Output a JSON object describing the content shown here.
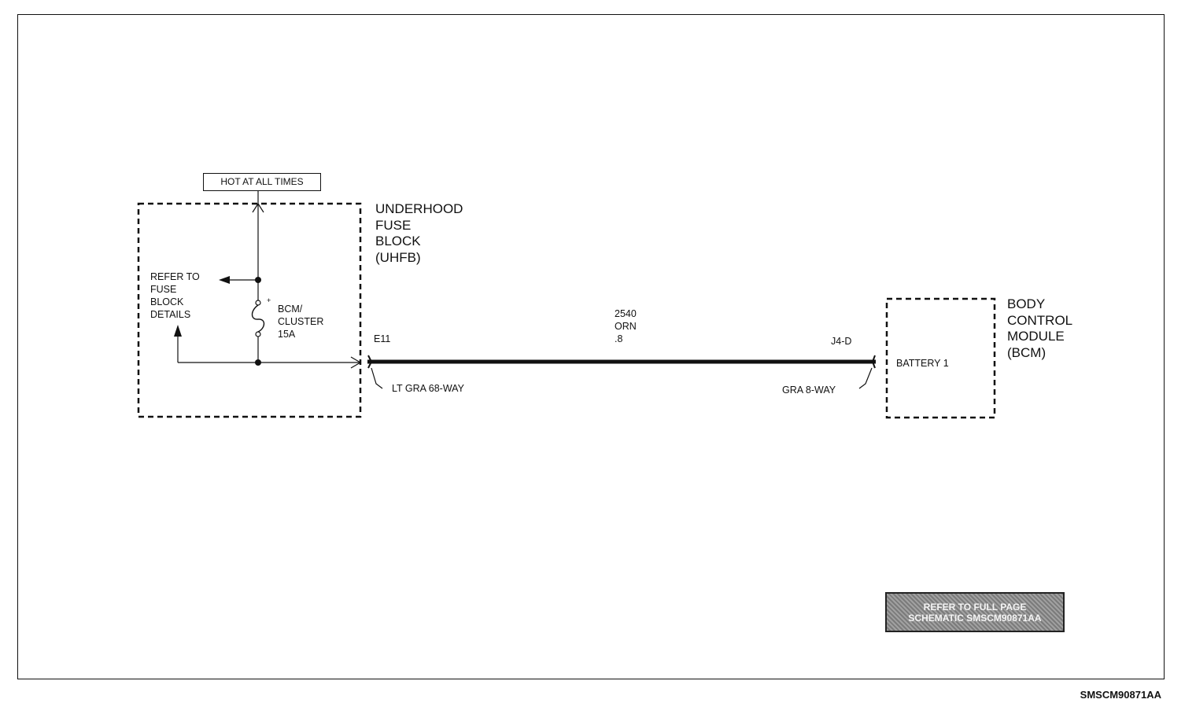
{
  "hot_label": "HOT AT ALL TIMES",
  "uhfb": {
    "line1": "UNDERHOOD",
    "line2": "FUSE",
    "line3": "BLOCK",
    "line4": "(UHFB)"
  },
  "refer_fuse": {
    "line1": "REFER TO",
    "line2": "FUSE",
    "line3": "BLOCK",
    "line4": "DETAILS"
  },
  "fuse": {
    "line1": "BCM/",
    "line2": "CLUSTER",
    "line3": "15A"
  },
  "connector_left": {
    "pin": "E11",
    "desc": "LT GRA 68-WAY"
  },
  "connector_right": {
    "pin": "J4-D",
    "desc": "GRA 8-WAY"
  },
  "wire": {
    "circuit": "2540",
    "color": "ORN",
    "size": ".8"
  },
  "bcm": {
    "line1": "BODY",
    "line2": "CONTROL",
    "line3": "MODULE",
    "line4": "(BCM)",
    "terminal": "BATTERY 1"
  },
  "refer_full": {
    "line1": "REFER TO FULL PAGE",
    "line2": "SCHEMATIC SMSCM90871AA"
  },
  "figure_code": "SMSCM90871AA"
}
